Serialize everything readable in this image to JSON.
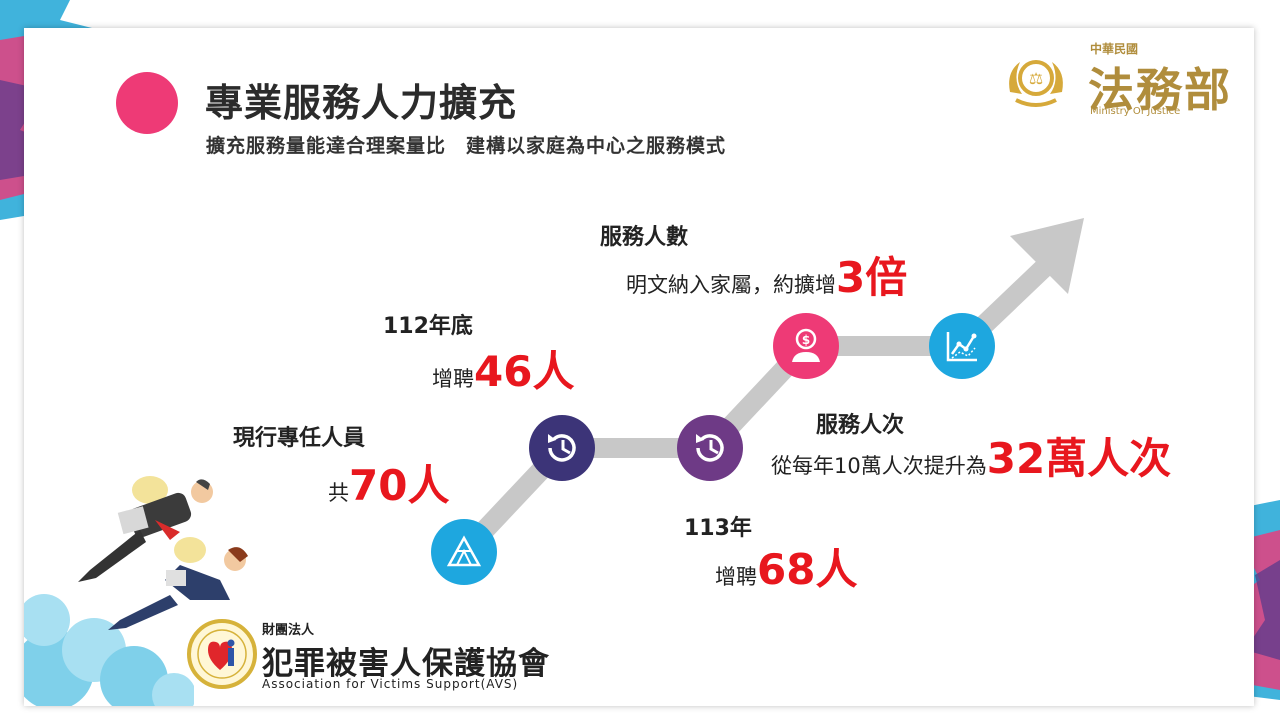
{
  "header": {
    "title": "專業服務人力擴充",
    "subtitle": "擴充服務量能達合理案量比　建構以家庭為中心之服務模式"
  },
  "ministry_logo": {
    "top_text": "中華民國",
    "name": "法務部",
    "english": "Ministry Of Justice"
  },
  "association_logo": {
    "top_text": "財團法人",
    "name": "犯罪被害人保護協會",
    "english": "Association for Victims Support(AVS)"
  },
  "milestones": {
    "current": {
      "heading": "現行專任人員",
      "prefix": "共",
      "value": "70人"
    },
    "y112": {
      "heading": "112年底",
      "prefix": "增聘",
      "value": "46人"
    },
    "y113": {
      "heading": "113年",
      "prefix": "增聘",
      "value": "68人"
    },
    "service_people": {
      "heading": "服務人數",
      "prefix": "明文納入家屬，約擴增",
      "value": "3倍"
    },
    "service_times": {
      "heading": "服務人次",
      "prefix": "從每年10萬人次提升為",
      "value": "32萬人次"
    }
  },
  "colors": {
    "accent_pink": "#ee3a76",
    "node_blue": "#1ea7df",
    "node_navy": "#3c3478",
    "node_purple": "#6e3a86",
    "highlight_red": "#e8171e",
    "path_gray": "#c8c8c8",
    "gold": "#b08d3c"
  },
  "icons": [
    "triangle-grid-icon",
    "history-clock-icon",
    "money-person-icon",
    "line-chart-icon"
  ]
}
